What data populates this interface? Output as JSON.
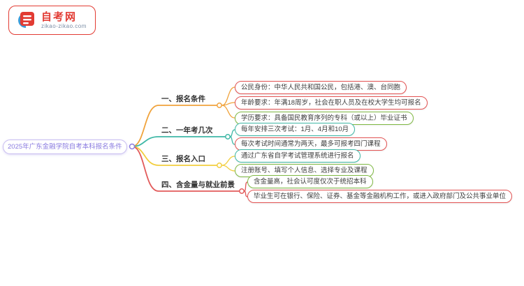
{
  "logo": {
    "brand": "自考网",
    "domain": "zikao-zikao.com",
    "brand_color": "#e23b33",
    "accent_blue": "#3b9bd8"
  },
  "mindmap": {
    "root": {
      "text": "2025年广东金融学院自考本科报名条件",
      "color": "#8a7be0",
      "border_color": "#c9bef0"
    },
    "branches": [
      {
        "label": "一、报名条件",
        "color": "#f0a33c",
        "children": [
          {
            "text": "公民身份：中华人民共和国公民，包括港、澳、台同胞",
            "color": "#e25252"
          },
          {
            "text": "年龄要求：年满18周岁，社会在职人员及在校大学生均可报名",
            "color": "#e25252"
          },
          {
            "text": "学历要求：具备国民教育序列的专科（或以上）毕业证书",
            "color": "#7fb943"
          }
        ]
      },
      {
        "label": "二、一年考几次",
        "color": "#3fb8a6",
        "children": [
          {
            "text": "每年安排三次考试：1月、4月和10月",
            "color": "#3fb8a6"
          },
          {
            "text": "每次考试时间通常为两天，最多可报考四门课程",
            "color": "#e25252"
          }
        ]
      },
      {
        "label": "三、报名入口",
        "color": "#f2ce3e",
        "children": [
          {
            "text": "通过广东省自学考试管理系统进行报名",
            "color": "#3fb8a6"
          },
          {
            "text": "注册账号、填写个人信息、选择专业及课程",
            "color": "#7fb943"
          }
        ]
      },
      {
        "label": "四、含金量与就业前景",
        "color": "#e25b5b",
        "children": [
          {
            "text": "含金量高，社会认可度仅次于统招本科",
            "color": "#7fb943"
          },
          {
            "text": "毕业生可在银行、保险、证券、基金等金融机构工作，或进入政府部门及公共事业单位",
            "color": "#e25252"
          }
        ]
      }
    ]
  }
}
